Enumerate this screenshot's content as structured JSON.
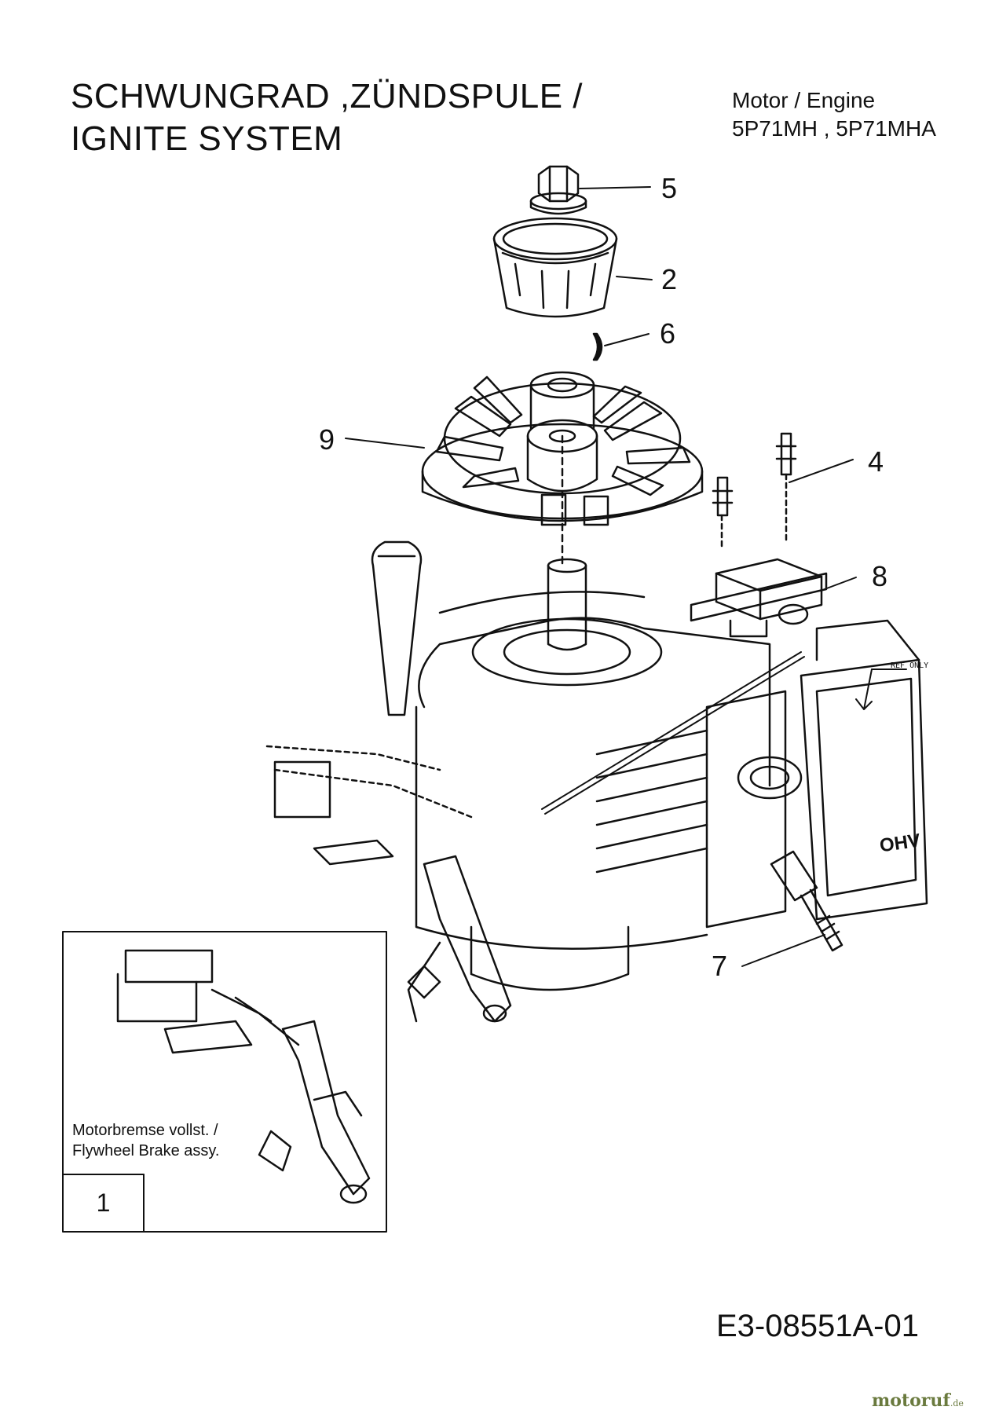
{
  "title": {
    "line1": "SCHWUNGRAD ,ZÜNDSPULE /",
    "line2": "IGNITE SYSTEM"
  },
  "engine": {
    "line1": "Motor / Engine",
    "line2": "5P71MH ,  5P71MHA"
  },
  "callouts": [
    "5",
    "2",
    "6",
    "9",
    "4",
    "8",
    "7"
  ],
  "ref_label": "REF ONLY",
  "inset": {
    "caption_line1": "Motorbremse vollst. /",
    "caption_line2": "Flywheel Brake assy.",
    "number": "1"
  },
  "drawing_code": "E3-08551A-01",
  "engine_badge": "OHV",
  "watermark": {
    "name": "motoruf",
    "tld": ".de",
    "color": "#6a7a3e"
  }
}
